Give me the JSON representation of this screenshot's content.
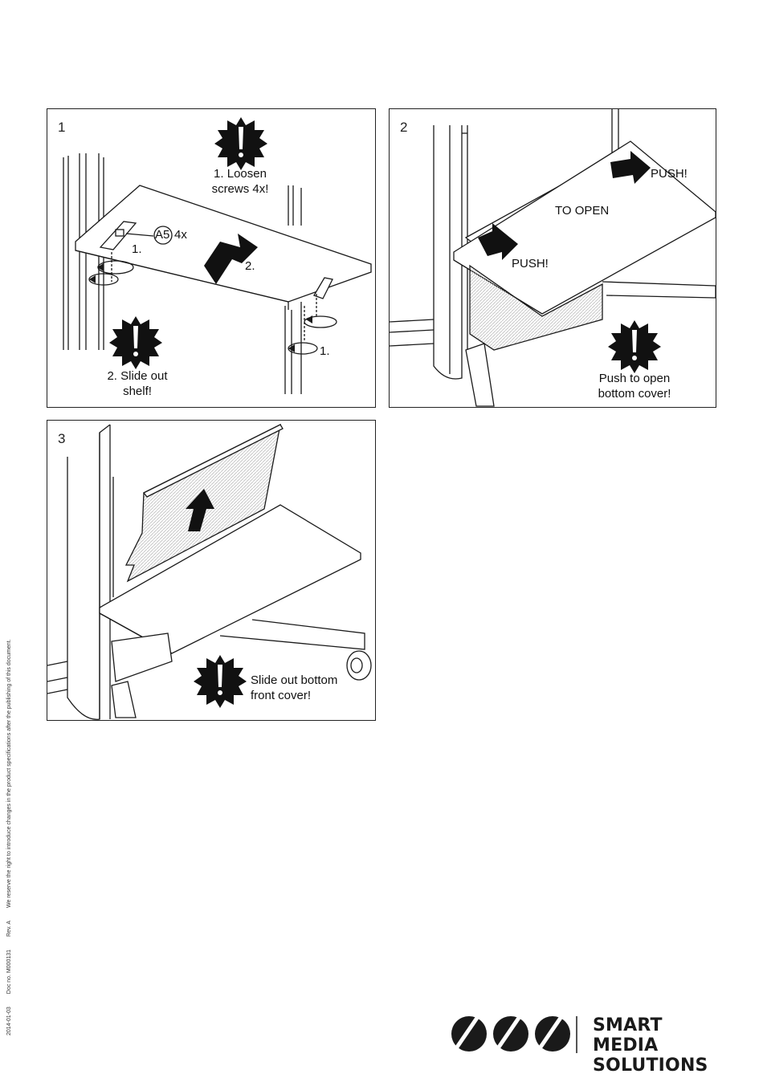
{
  "panels": [
    {
      "number": "1",
      "labels": {
        "loosen": [
          "1. Loosen",
          "screws 4x!"
        ],
        "part": "A5",
        "qty": "4x",
        "step_a": "1.",
        "step_b": "2.",
        "step_c": "1.",
        "slide": [
          "2. Slide out",
          "shelf!"
        ]
      }
    },
    {
      "number": "2",
      "labels": {
        "push_top": "PUSH!",
        "to_open": "TO OPEN",
        "push_bottom": "PUSH!",
        "note": [
          "Push to open",
          "bottom cover!"
        ]
      }
    },
    {
      "number": "3",
      "labels": {
        "note": [
          "Slide out bottom",
          "front cover!"
        ]
      }
    }
  ],
  "footer": {
    "date": "2014-01-03",
    "doc_no": "Doc no. M000131",
    "rev": "Rev. A",
    "disclaimer": "We reserve the right to introduce changes in the product specifications after the publishing of this document."
  },
  "brand": {
    "line1": "SMART MEDIA",
    "line2": "SOLUTIONS"
  },
  "colors": {
    "line": "#1a1a1a",
    "warning_fill": "#111111",
    "arrow_fill": "#111111",
    "hatch": "#bdbdbd"
  },
  "icons": [
    "warning-burst-icon",
    "direction-arrow-icon",
    "rotate-arrow-icon",
    "sms-logo-icon"
  ]
}
